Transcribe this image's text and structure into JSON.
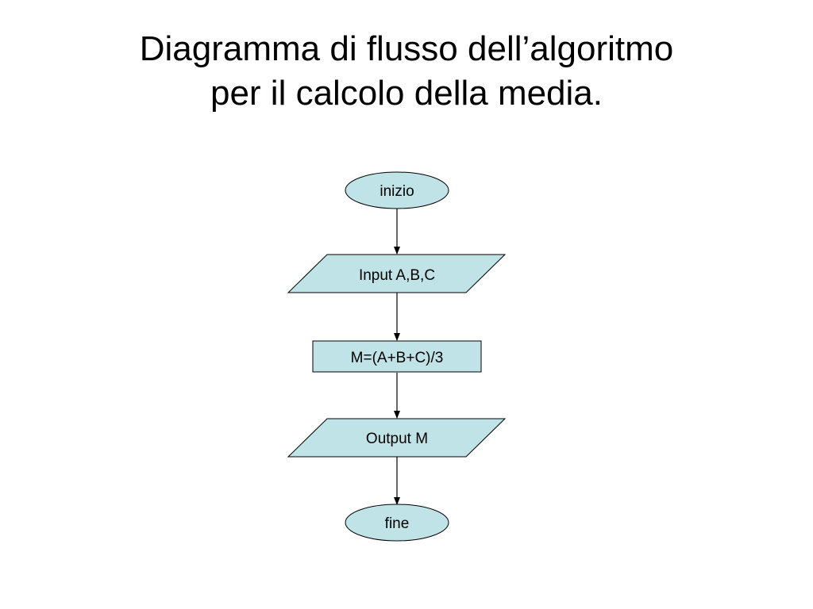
{
  "title": {
    "line1": "Diagramma di flusso dell’algoritmo",
    "line2": "per il calcolo della media."
  },
  "colors": {
    "node_fill": "#bfe3e6",
    "stroke": "#000000",
    "background": "#ffffff"
  },
  "nodes": {
    "start": {
      "shape": "oval",
      "label": "inizio"
    },
    "input": {
      "shape": "parallelogram",
      "label": "Input A,B,C"
    },
    "process": {
      "shape": "rectangle",
      "label": "M=(A+B+C)/3"
    },
    "output": {
      "shape": "parallelogram",
      "label": "Output M"
    },
    "end": {
      "shape": "oval",
      "label": "fine"
    }
  },
  "edges": [
    {
      "from": "start",
      "to": "input"
    },
    {
      "from": "input",
      "to": "process"
    },
    {
      "from": "process",
      "to": "output"
    },
    {
      "from": "output",
      "to": "end"
    }
  ]
}
